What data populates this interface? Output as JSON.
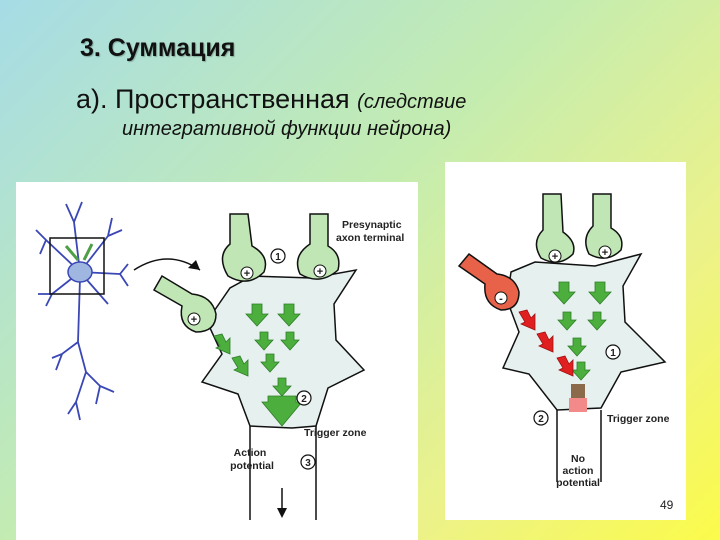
{
  "slide": {
    "title": "3. Суммация",
    "subtitle_main": "а). Пространственная",
    "subtitle_paren_line1": "(следствие",
    "subtitle_paren_line2": "интегративной функции нейрона)",
    "page_number": "49"
  },
  "left_figure": {
    "presynaptic_line1": "Presynaptic",
    "presynaptic_line2": "axon terminal",
    "trigger_zone": "Trigger zone",
    "action_line1": "Action",
    "action_line2": "potential",
    "marker_1": "1",
    "marker_2": "2",
    "marker_3": "3",
    "plus": "+"
  },
  "right_figure": {
    "trigger_zone": "Trigger zone",
    "no_line1": "No",
    "no_line2": "action",
    "no_line3": "potential",
    "marker_1": "1",
    "marker_2": "2",
    "plus": "+",
    "minus": "-"
  },
  "colors": {
    "neuron_fill": "#e6f1ef",
    "terminal_fill": "#bfe6b4",
    "arrow_green": "#4caf3d",
    "inhibitory_red": "#e8624a",
    "neuron_blue": "#3a47b5"
  }
}
